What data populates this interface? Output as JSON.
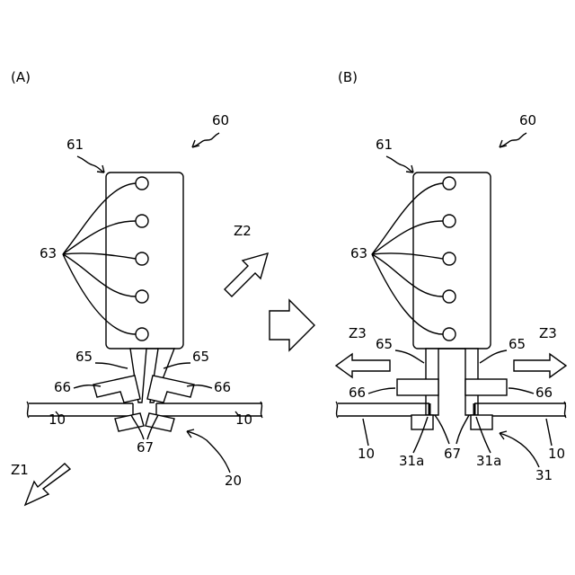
{
  "panels": {
    "A": {
      "title": "(A)",
      "labels": {
        "device": "60",
        "body": "61",
        "pins": "63",
        "arm_left": "65",
        "arm_right": "65",
        "claw_left": "66",
        "claw_right": "66",
        "tips": "67",
        "plate_left": "10",
        "plate_right": "10",
        "gap": "20",
        "z1": "Z1",
        "z2": "Z2"
      }
    },
    "B": {
      "title": "(B)",
      "labels": {
        "device": "60",
        "body": "61",
        "pins": "63",
        "arm_left": "65",
        "arm_right": "65",
        "claw_left": "66",
        "claw_right": "66",
        "tips": "67",
        "plate_left": "10",
        "plate_right": "10",
        "edge_left": "31a",
        "edge_right": "31a",
        "hole": "31",
        "z3_left": "Z3",
        "z3_right": "Z3"
      }
    }
  },
  "arrows": {
    "z1": "down-left",
    "z2": "up-right",
    "transition": "right",
    "z3": "outward"
  }
}
